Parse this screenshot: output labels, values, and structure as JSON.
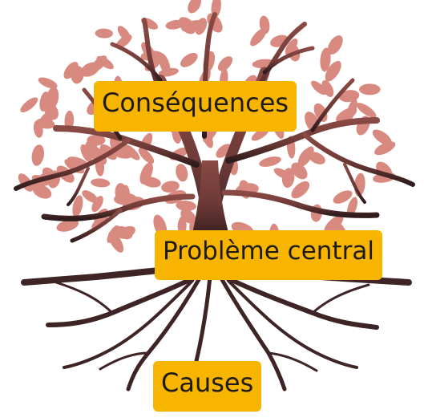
{
  "labels": {
    "consequences": "Conséquences",
    "central_problem": "Problème central",
    "causes": "Causes"
  },
  "colors": {
    "trunk": "#7a3f3b",
    "root": "#3e2424",
    "leaf": "#d98a80",
    "label_bg": "#f7b500",
    "label_text": "#1e1a1a"
  }
}
